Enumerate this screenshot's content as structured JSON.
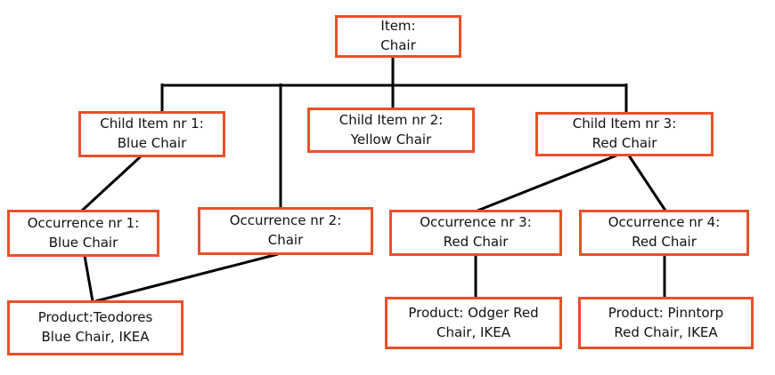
{
  "diagram": {
    "accent_color": "#e8502a",
    "line_color": "#000000",
    "nodes": {
      "item": {
        "line1": "Item:",
        "line2": "Chair"
      },
      "child1": {
        "line1": "Child Item nr 1:",
        "line2": "Blue Chair"
      },
      "child2": {
        "line1": "Child Item nr 2:",
        "line2": "Yellow Chair"
      },
      "child3": {
        "line1": "Child Item nr 3:",
        "line2": "Red Chair"
      },
      "occ1": {
        "line1": "Occurrence nr 1:",
        "line2": "Blue Chair"
      },
      "occ2": {
        "line1": "Occurrence nr 2:",
        "line2": "Chair"
      },
      "occ3": {
        "line1": "Occurrence nr 3:",
        "line2": "Red Chair"
      },
      "occ4": {
        "line1": "Occurrence nr 4:",
        "line2": "Red Chair"
      },
      "prod1": {
        "line1": "Product:Teodores",
        "line2": "Blue Chair, IKEA"
      },
      "prod2": {
        "line1": "Product: Odger Red",
        "line2": "Chair, IKEA"
      },
      "prod3": {
        "line1": "Product: Pinntorp",
        "line2": "Red Chair, IKEA"
      }
    },
    "edges": [
      {
        "from": "item",
        "to": "child1"
      },
      {
        "from": "item",
        "to": "child2"
      },
      {
        "from": "item",
        "to": "child3"
      },
      {
        "from": "item",
        "to": "occ2"
      },
      {
        "from": "child1",
        "to": "occ1"
      },
      {
        "from": "child3",
        "to": "occ3"
      },
      {
        "from": "child3",
        "to": "occ4"
      },
      {
        "from": "occ1",
        "to": "prod1"
      },
      {
        "from": "occ2",
        "to": "prod1"
      },
      {
        "from": "occ3",
        "to": "prod2"
      },
      {
        "from": "occ4",
        "to": "prod3"
      }
    ]
  }
}
